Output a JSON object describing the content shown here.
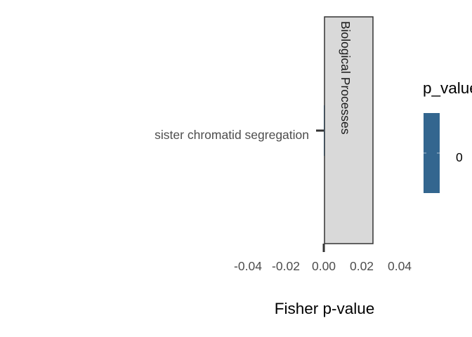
{
  "chart_data": {
    "type": "bar",
    "orientation": "horizontal",
    "categories": [
      "sister chromatid segregation"
    ],
    "values": [
      0
    ],
    "fill_values": [
      0
    ],
    "xlabel": "Fisher p-value",
    "ylabel": "",
    "x_ticks": [
      "-0.04",
      "-0.02",
      "0.00",
      "0.02",
      "0.04"
    ],
    "xlim": [
      -0.04,
      0.04
    ],
    "facet_label": "Biological Processes",
    "legend": {
      "title": "p_value",
      "labels": [
        "0"
      ],
      "color": "#33668F",
      "placement": "right"
    },
    "colors": {
      "strip_fill": "#D9D9D9",
      "strip_border": "#333333",
      "axis": "#333333",
      "tick_text": "#4D4D4D"
    }
  }
}
